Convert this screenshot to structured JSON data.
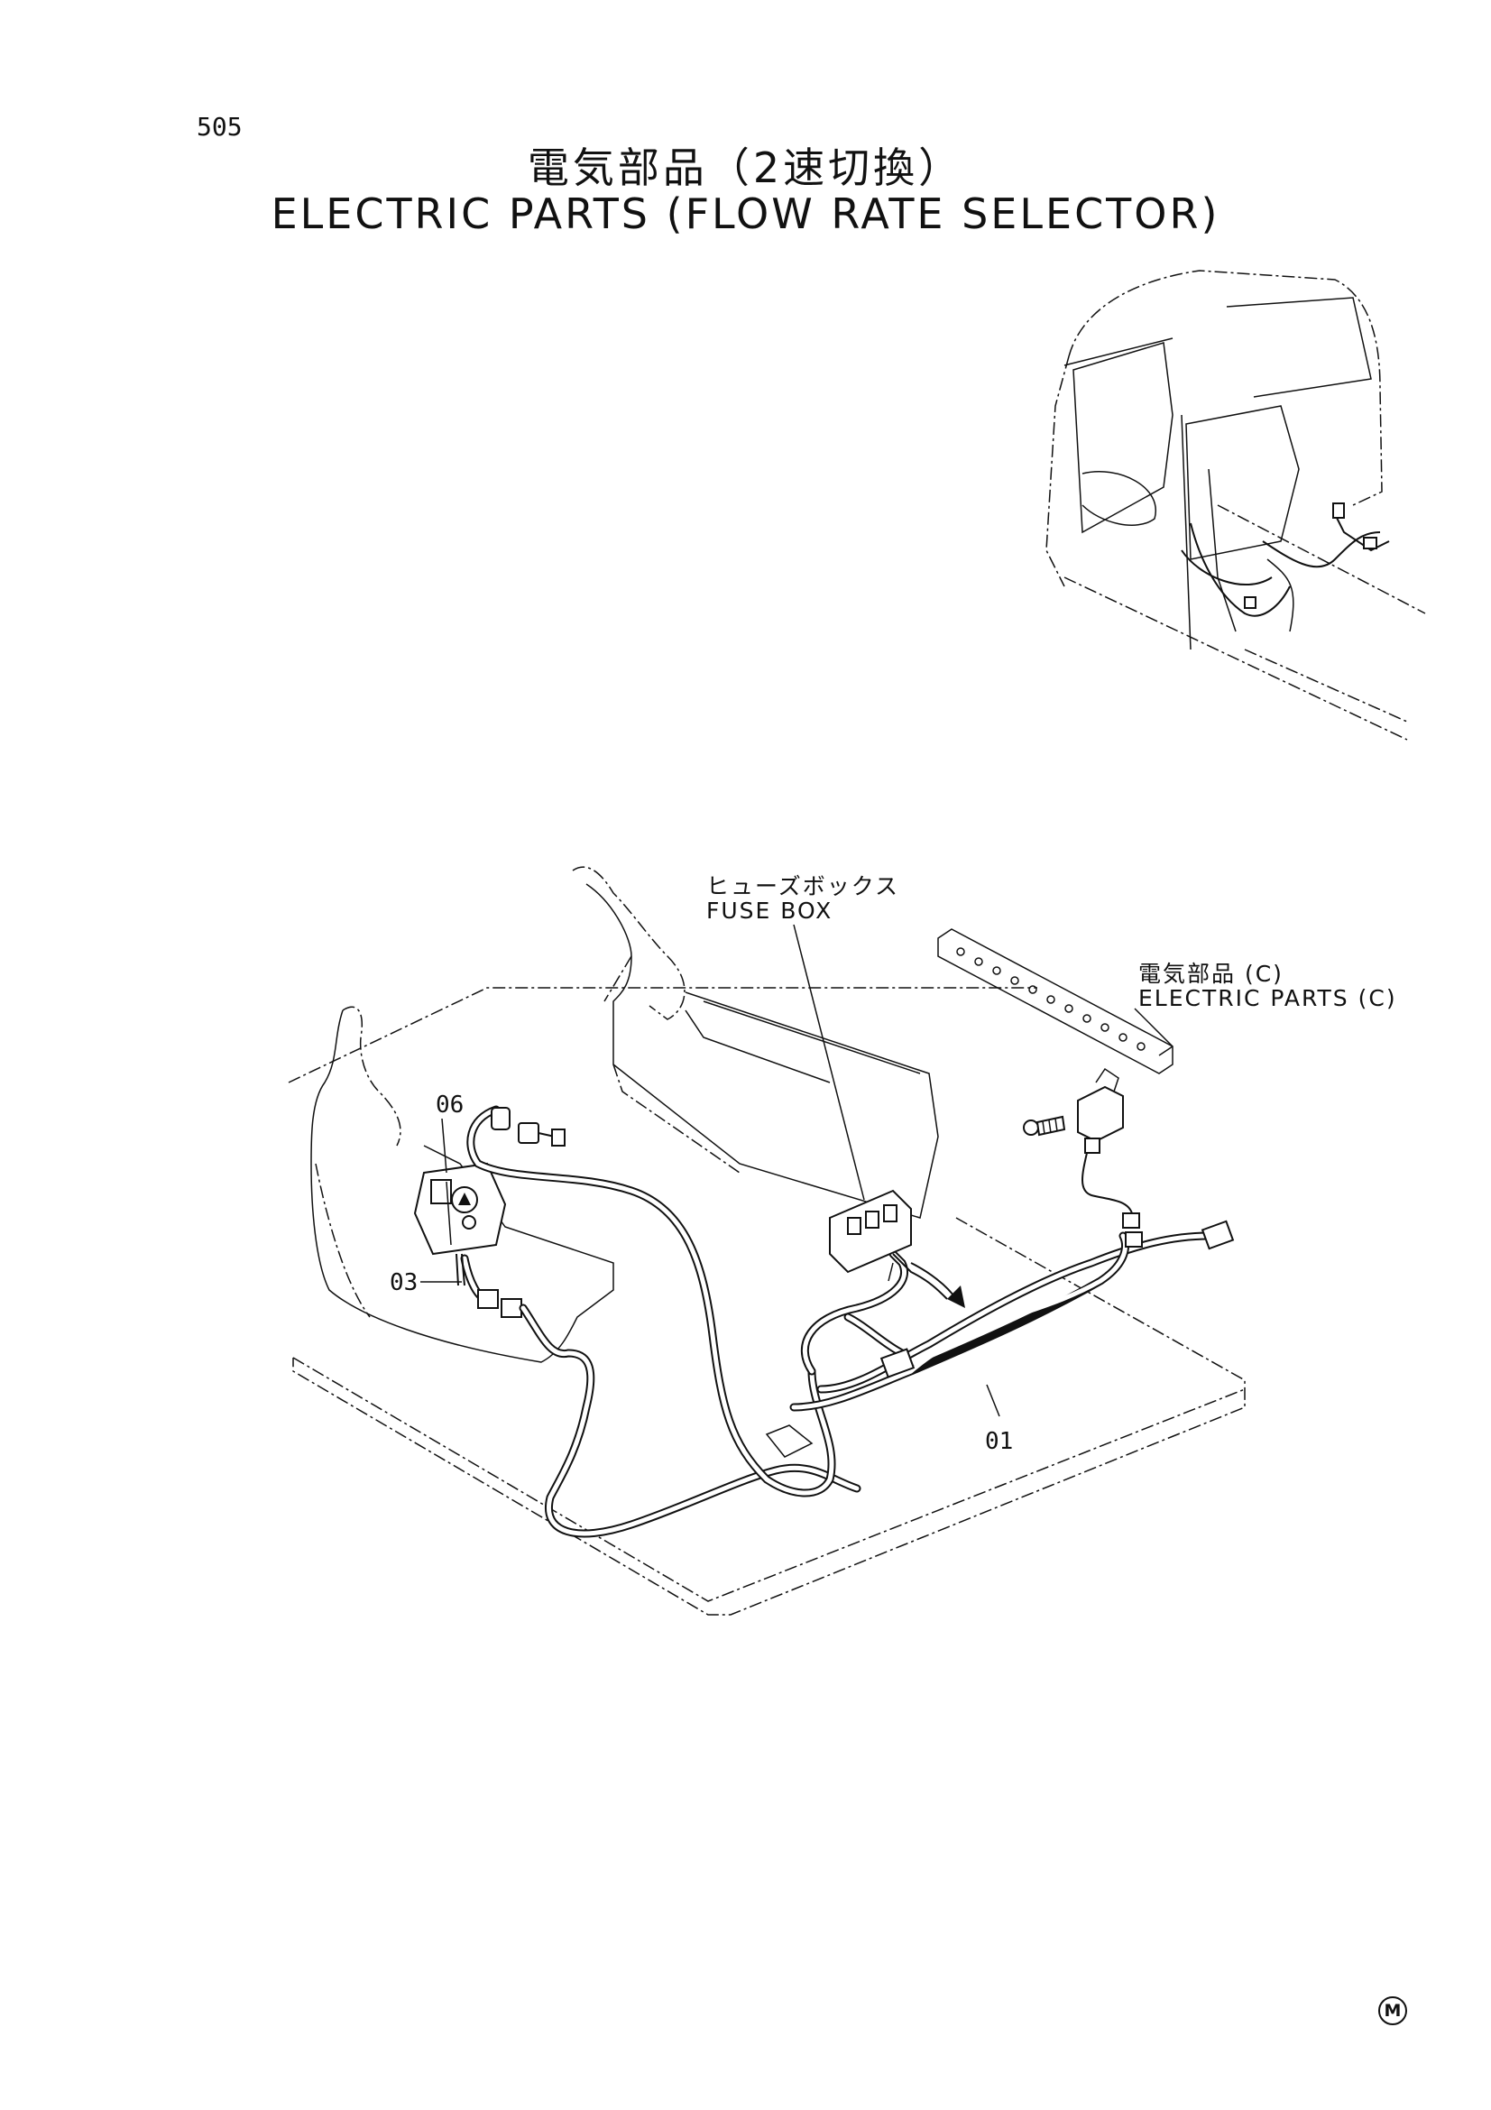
{
  "header": {
    "page_number": "505",
    "title_ja": "電気部品（2速切換）",
    "title_en": "ELECTRIC PARTS (FLOW RATE SELECTOR)"
  },
  "callouts": {
    "fuse_box_ja": "ヒューズボックス",
    "fuse_box_en": "FUSE BOX",
    "electric_parts_c_ja": "電気部品 (C)",
    "electric_parts_c_en": "ELECTRIC PARTS (C)"
  },
  "part_numbers": {
    "p06": "06",
    "p03": "03",
    "p01": "01"
  },
  "footer": {
    "maker_mark": "M"
  }
}
